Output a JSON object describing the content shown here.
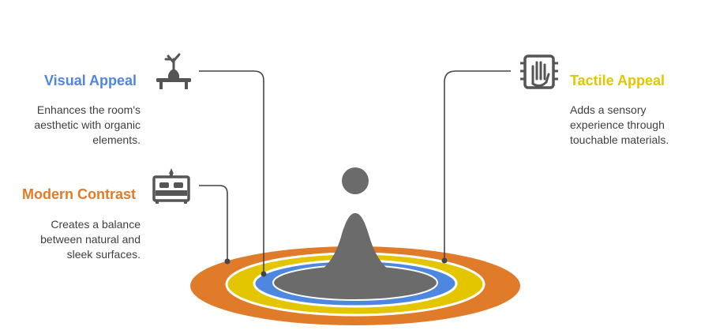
{
  "colors": {
    "visual": "#4e87e0",
    "tactile": "#e3c600",
    "modern": "#e07b2a",
    "gray": "#6b6b6b",
    "line": "#444444"
  },
  "items": {
    "visual": {
      "title": "Visual Appeal",
      "icon": "plant-on-table-icon",
      "desc": [
        "Enhances the room's",
        "aesthetic with organic",
        "elements."
      ]
    },
    "modern": {
      "title": "Modern Contrast",
      "icon": "bed-with-lamp-icon",
      "desc": [
        "Creates a balance",
        "between natural and",
        "sleek surfaces."
      ]
    },
    "tactile": {
      "title": "Tactile Appeal",
      "icon": "hand-on-chip-icon",
      "desc": [
        "Adds a sensory",
        "experience through",
        "touchable materials."
      ]
    }
  }
}
